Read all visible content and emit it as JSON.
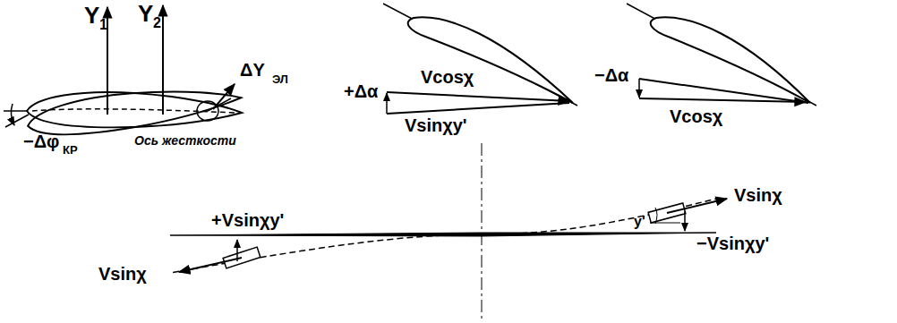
{
  "diagram": {
    "labels": [
      "Y",
      "1",
      "Y",
      "2",
      "ΔY",
      "ЭЛ",
      "−Δφ",
      "КР",
      "Ось жесткости",
      "Vcosχ",
      "+Δα",
      "Vsinχy'",
      "−Δα",
      "Vcosχ",
      "+Vsinχy'",
      "Vsinχ",
      "y'",
      "−Vsinχy'",
      "Vsinχ"
    ]
  }
}
